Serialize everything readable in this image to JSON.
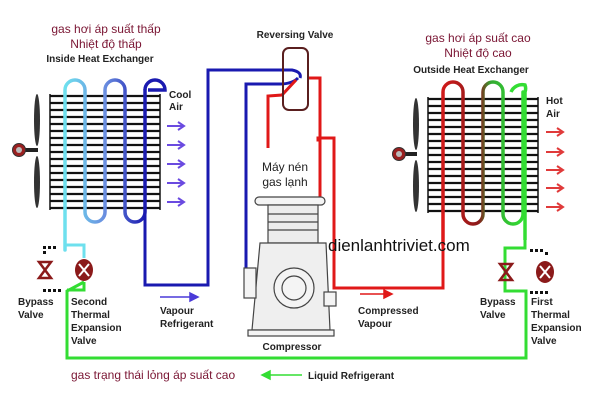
{
  "title": "Heat pump refrigeration cycle",
  "colors": {
    "hot": "#e01818",
    "cold": "#1a1ab0",
    "cyan": "#6ee0ee",
    "liquid": "#33dd33",
    "valve": "#8b1a1a"
  },
  "left": {
    "vn_line1": "gas hơi áp suất thấp",
    "vn_line2": "Nhiệt độ thấp",
    "heading": "Inside Heat Exchanger",
    "air_line1": "Cool",
    "air_line2": "Air",
    "bypass_line1": "Bypass",
    "bypass_line2": "Valve",
    "exp_line1": "Second",
    "exp_line2": "Thermal",
    "exp_line3": "Expansion",
    "exp_line4": "Valve"
  },
  "right": {
    "vn_line1": "gas hơi áp suất cao",
    "vn_line2": "Nhiệt độ cao",
    "heading": "Outside Heat Exchanger",
    "air_line1": "Hot",
    "air_line2": "Air",
    "bypass_line1": "Bypass",
    "bypass_line2": "Valve",
    "exp_line1": "First",
    "exp_line2": "Thermal",
    "exp_line3": "Expansion",
    "exp_line4": "Valve"
  },
  "center": {
    "reversing_valve": "Reversing Valve",
    "compressor_vn1": "Máy nén",
    "compressor_vn2": "gas lạnh",
    "compressor": "Compressor",
    "vapour1": "Vapour",
    "vapour2": "Refrigerant",
    "compressed1": "Compressed",
    "compressed2": "Vapour",
    "watermark": "dienlanhtriviet.com"
  },
  "bottom": {
    "vn_liquid": "gas trạng thái lỏng áp suất cao",
    "liquid": "Liquid Refrigerant"
  }
}
